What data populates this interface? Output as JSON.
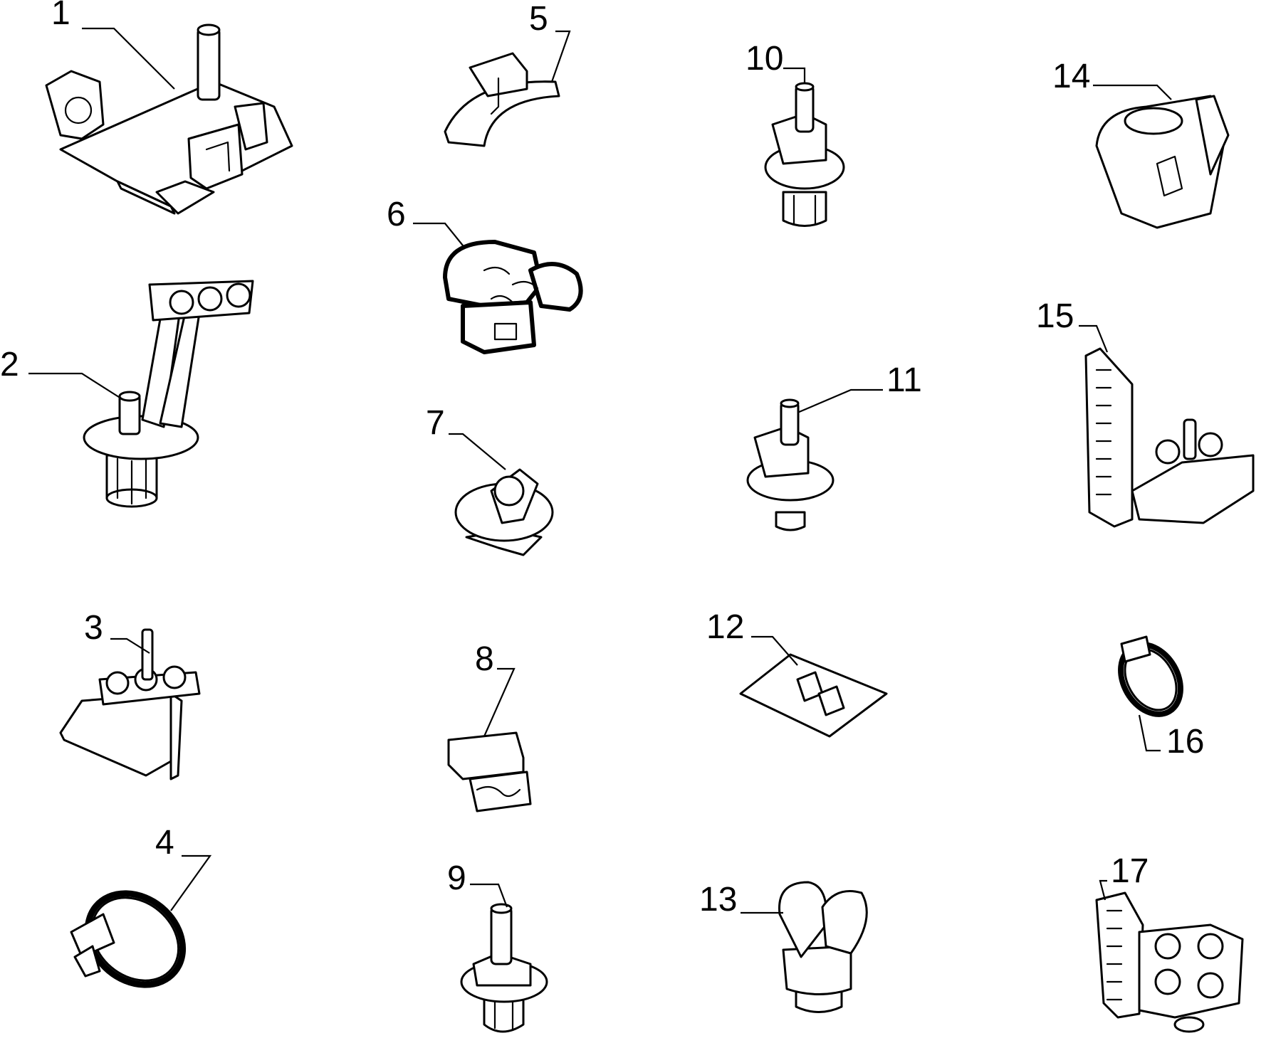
{
  "diagram": {
    "callouts": [
      {
        "id": 1,
        "label": "1"
      },
      {
        "id": 2,
        "label": "2"
      },
      {
        "id": 3,
        "label": "3"
      },
      {
        "id": 4,
        "label": "4"
      },
      {
        "id": 5,
        "label": "5"
      },
      {
        "id": 6,
        "label": "6"
      },
      {
        "id": 7,
        "label": "7"
      },
      {
        "id": 8,
        "label": "8"
      },
      {
        "id": 9,
        "label": "9"
      },
      {
        "id": 10,
        "label": "10"
      },
      {
        "id": 11,
        "label": "11"
      },
      {
        "id": 12,
        "label": "12"
      },
      {
        "id": 13,
        "label": "13"
      },
      {
        "id": 14,
        "label": "14"
      },
      {
        "id": 15,
        "label": "15"
      },
      {
        "id": 16,
        "label": "16"
      },
      {
        "id": 17,
        "label": "17"
      }
    ]
  }
}
